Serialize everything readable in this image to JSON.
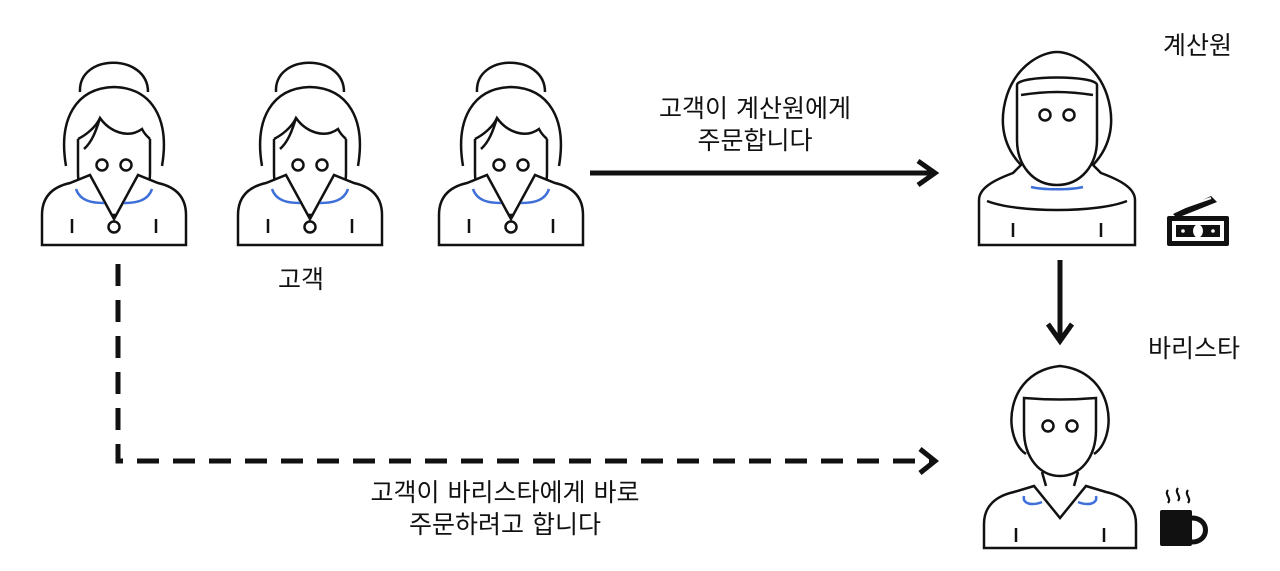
{
  "labels": {
    "customer": "고객",
    "cashier": "계산원",
    "barista": "바리스타",
    "order_cashier_line1": "고객이 계산원에게",
    "order_cashier_line2": "주문합니다",
    "order_barista_line1": "고객이 바리스타에게 바로",
    "order_barista_line2": "주문하려고 합니다"
  },
  "icons": {
    "customers": [
      "customer-icon",
      "customer-icon",
      "customer-icon"
    ],
    "cashier": "cashier-icon",
    "barista": "barista-icon",
    "money": "money-icon",
    "coffee": "coffee-cup-icon"
  },
  "colors": {
    "stroke": "#111111",
    "collar_accent": "#3f6fd8"
  }
}
